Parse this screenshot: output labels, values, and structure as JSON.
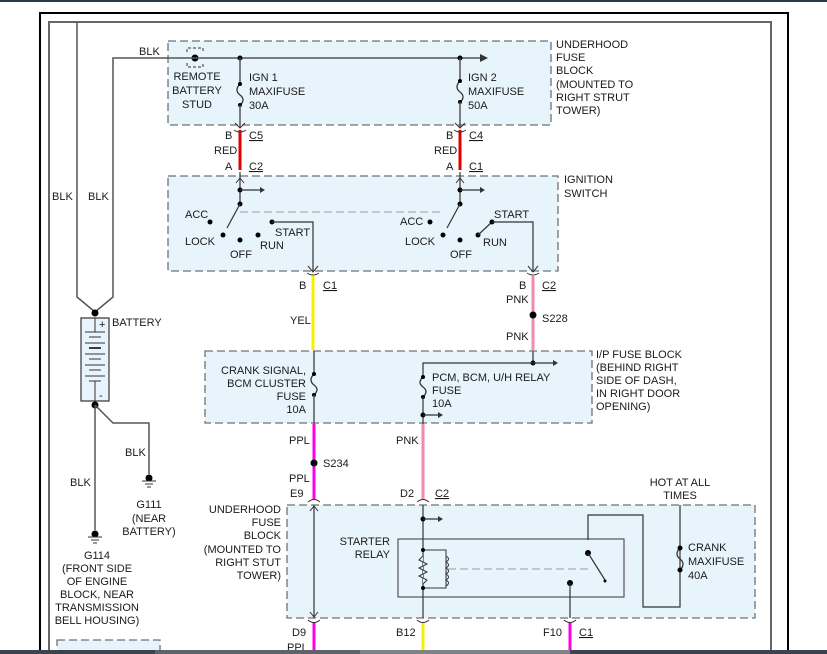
{
  "colors": {
    "red_wire": "#e00000",
    "yellow_wire": "#f5f000",
    "pink_wire": "#f48aa6",
    "purple_wire": "#ff00e0",
    "black_wire": "#555555",
    "box_fill": "#e8f4fb"
  },
  "left_wires": {
    "outer_label": "BLK",
    "inner_label": "BLK",
    "stud_label": "BLK"
  },
  "underhood_fuse_block_top": {
    "title": [
      "UNDERHOOD",
      "FUSE",
      "BLOCK",
      "(MOUNTED TO",
      "RIGHT STRUT",
      "TOWER)"
    ],
    "remote_battery_stud": [
      "REMOTE",
      "BATTERY",
      "STUD"
    ],
    "ign1_fuse": [
      "IGN 1",
      "MAXIFUSE",
      "30A"
    ],
    "ign2_fuse": [
      "IGN 2",
      "MAXIFUSE",
      "50A"
    ]
  },
  "connectors_top": {
    "left": {
      "pin_top": "B",
      "conn_top": "C5",
      "wire": "RED",
      "pin_bottom": "A",
      "conn_bottom": "C2"
    },
    "right": {
      "pin_top": "B",
      "conn_top": "C4",
      "wire": "RED",
      "pin_bottom": "A",
      "conn_bottom": "C1"
    }
  },
  "ignition_switch": {
    "title": [
      "IGNITION",
      "SWITCH"
    ],
    "positions": {
      "acc": "ACC",
      "lock": "LOCK",
      "off": "OFF",
      "run": "RUN",
      "start": "START"
    }
  },
  "ign_outputs": {
    "left": {
      "pin": "B",
      "conn": "C1",
      "wire": "YEL"
    },
    "right": {
      "pin": "B",
      "conn": "C2",
      "wire_upper": "PNK",
      "splice": "S228",
      "wire_lower": "PNK"
    }
  },
  "battery": {
    "label": "BATTERY",
    "plus": "+",
    "minus": "-"
  },
  "ip_fuse_block": {
    "title": [
      "I/P FUSE BLOCK",
      "(BEHIND RIGHT",
      "SIDE OF DASH,",
      "IN RIGHT DOOR",
      "OPENING)"
    ],
    "crank_fuse": [
      "CRANK SIGNAL,",
      "BCM CLUSTER",
      "FUSE",
      "10A"
    ],
    "pcm_fuse": [
      "PCM, BCM, U/H RELAY",
      "FUSE",
      "10A"
    ]
  },
  "mid_wires": {
    "ppl_upper": "PPL",
    "splice": "S234",
    "ppl_lower": "PPL",
    "pnk": "PNK",
    "e9": "E9",
    "d2": "D2",
    "c2": "C2"
  },
  "grounds": {
    "g111": {
      "wire": "BLK",
      "label": [
        "G111",
        "(NEAR",
        "BATTERY)"
      ]
    },
    "g114": {
      "wire": "BLK",
      "label": [
        "G114",
        "(FRONT SIDE",
        "OF ENGINE",
        "BLOCK, NEAR",
        "TRANSMISSION",
        "BELL HOUSING)"
      ]
    }
  },
  "underhood_fuse_block_bottom": {
    "title": [
      "UNDERHOOD",
      "FUSE",
      "BLOCK",
      "(MOUNTED TO",
      "RIGHT STUT",
      "TOWER)"
    ],
    "starter_relay": [
      "STARTER",
      "RELAY"
    ],
    "hot_at_all_times": [
      "HOT AT ALL",
      "TIMES"
    ],
    "crank_fuse": [
      "CRANK",
      "MAXIFUSE",
      "40A"
    ]
  },
  "bottom_pins": {
    "d9": "D9",
    "ppl": "PPL",
    "b12": "B12",
    "f10": "F10",
    "c1": "C1"
  }
}
